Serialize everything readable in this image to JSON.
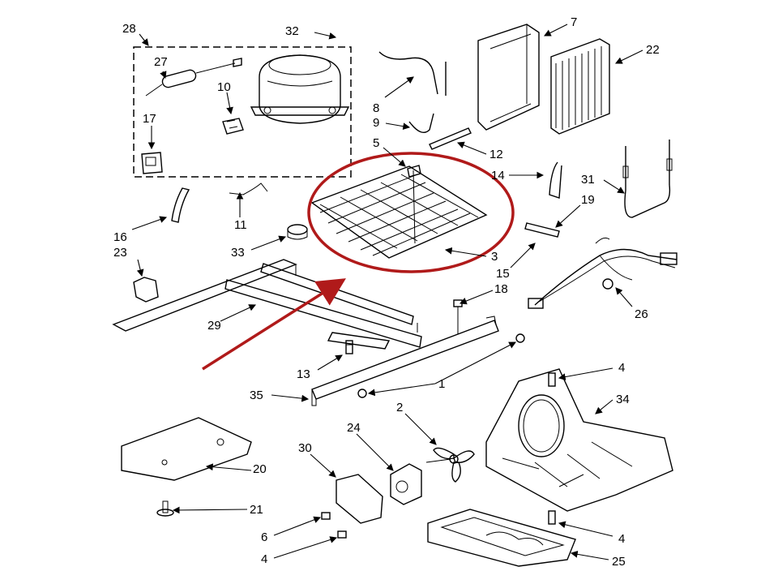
{
  "labels": {
    "l1": "1",
    "l2": "2",
    "l3": "3",
    "l4a": "4",
    "l4b": "4",
    "l4c": "4",
    "l5": "5",
    "l6": "6",
    "l7": "7",
    "l8": "8",
    "l9": "9",
    "l10": "10",
    "l11": "11",
    "l12": "12",
    "l13": "13",
    "l14": "14",
    "l15": "15",
    "l16": "16",
    "l17": "17",
    "l18": "18",
    "l19": "19",
    "l20": "20",
    "l21": "21",
    "l22": "22",
    "l23": "23",
    "l24": "24",
    "l25": "25",
    "l26": "26",
    "l27": "27",
    "l28": "28",
    "l29": "29",
    "l30": "30",
    "l31": "31",
    "l32": "32",
    "l33": "33",
    "l34": "34",
    "l35": "35"
  },
  "colors": {
    "highlight": "#b01a1a",
    "line": "#000000"
  }
}
